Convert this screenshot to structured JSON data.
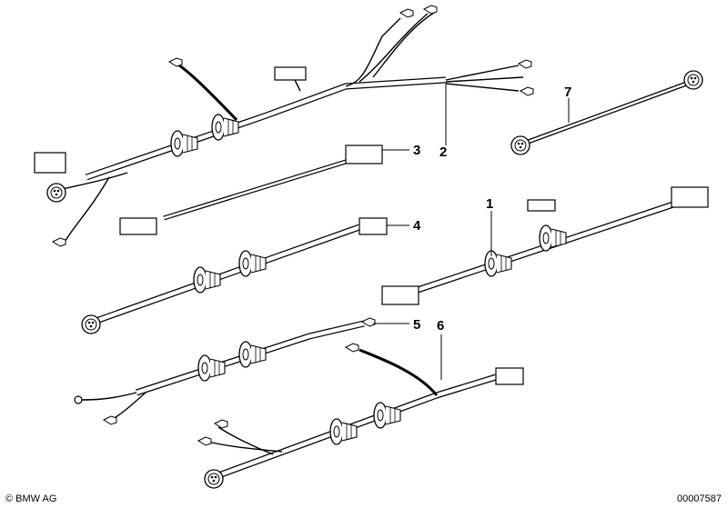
{
  "callouts": [
    "1",
    "2",
    "3",
    "4",
    "5",
    "6",
    "7"
  ],
  "copyright": "© BMW AG",
  "document_number": "00007587"
}
